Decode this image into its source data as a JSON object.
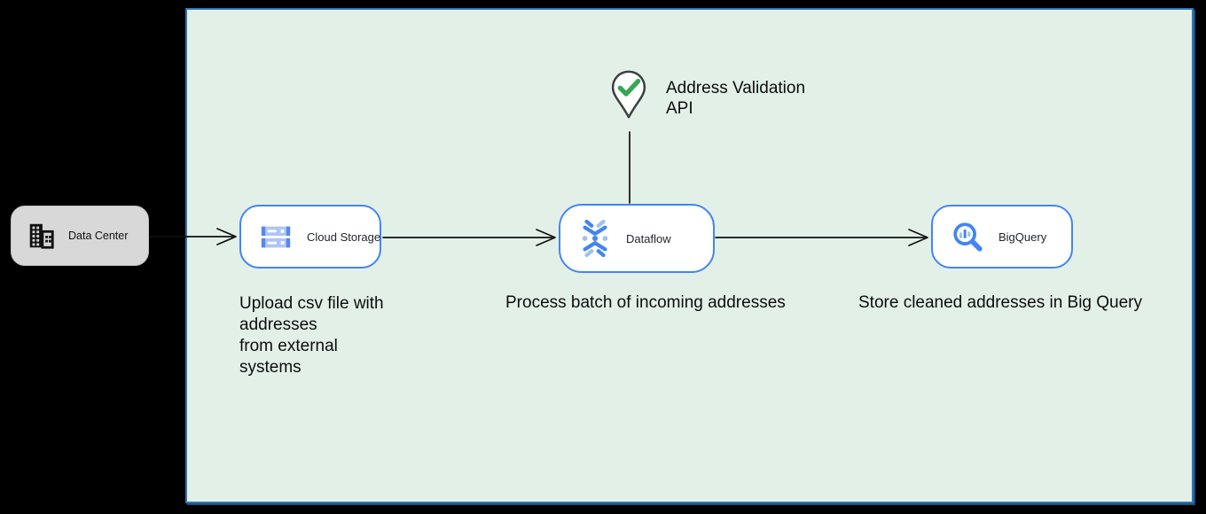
{
  "colors": {
    "page_background": "#000000",
    "boundary_fill": "#e3f0e8",
    "boundary_border": "#2e76b4",
    "node_border_blue": "#4285f4",
    "node_icon_blue": "#4285f4",
    "node_icon_light_blue": "#a9c4f5",
    "datacenter_fill": "#d8d8d8",
    "check_green": "#34a853",
    "pin_outline": "#3c4043",
    "connector": "#111111"
  },
  "nodes": {
    "data_center": {
      "label": "Data Center",
      "icon": "building-icon"
    },
    "cloud_storage": {
      "label": "Cloud Storage",
      "icon": "cloud-storage-icon"
    },
    "dataflow": {
      "label": "Dataflow",
      "icon": "dataflow-icon"
    },
    "bigquery": {
      "label": "BigQuery",
      "icon": "bigquery-icon"
    }
  },
  "annotations": {
    "address_validation": {
      "label": "Address Validation\nAPI",
      "icon": "map-pin-check-icon"
    },
    "upload_note": "Upload csv file with\naddresses\nfrom external\nsystems",
    "process_note": "Process batch of incoming addresses",
    "store_note": "Store cleaned addresses in Big Query"
  },
  "connectors": [
    {
      "from": "data-center",
      "to": "cloud-storage",
      "style": "open-arrow"
    },
    {
      "from": "cloud-storage",
      "to": "dataflow",
      "style": "open-arrow"
    },
    {
      "from": "dataflow",
      "to": "bigquery",
      "style": "open-arrow"
    },
    {
      "from": "address-validation-pin",
      "to": "dataflow",
      "style": "plain-line"
    }
  ]
}
